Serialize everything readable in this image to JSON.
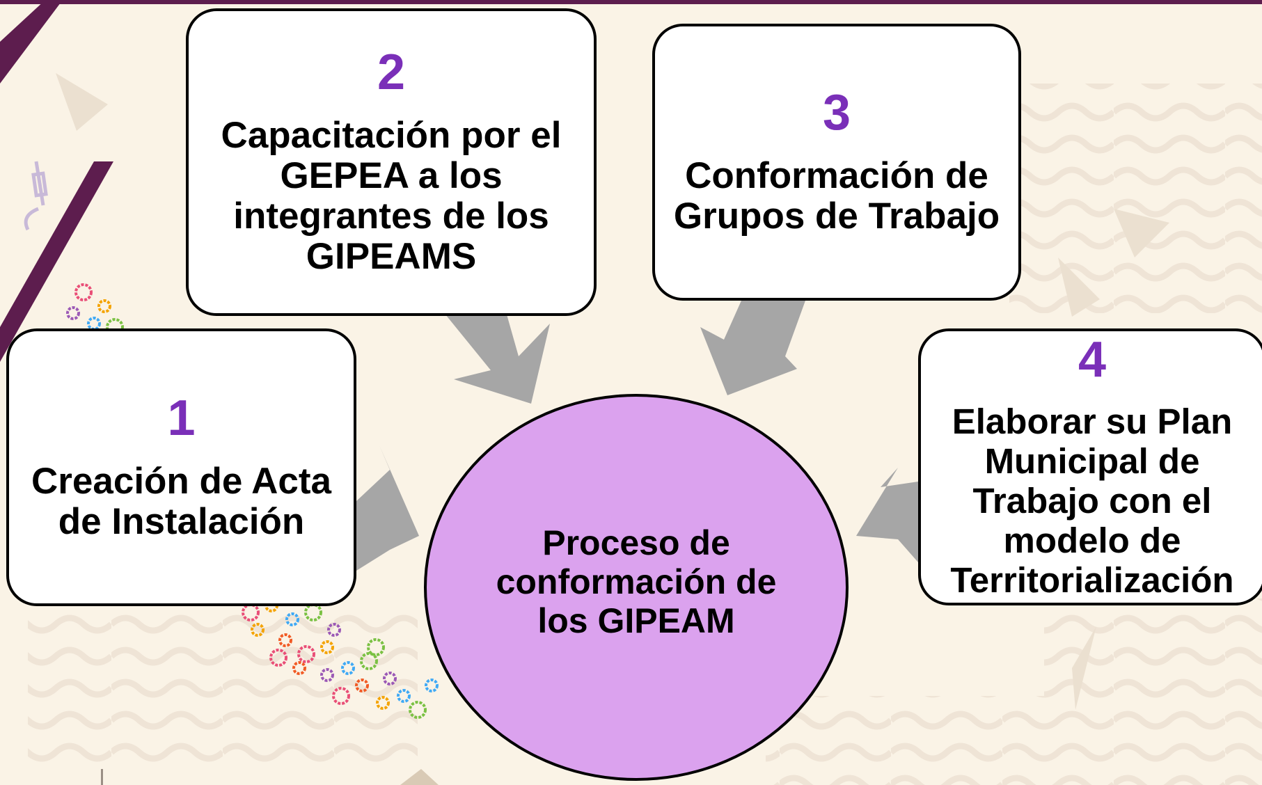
{
  "colors": {
    "background": "#faf3e6",
    "accent_purple": "#7a2fb8",
    "circle_fill": "#dba2ee",
    "arrow_gray": "#a6a6a6",
    "dark_stripe": "#5d1d4e"
  },
  "steps": [
    {
      "number": "1",
      "label": "Creación de Acta de Instalación"
    },
    {
      "number": "2",
      "label": "Capacitación por el GEPEA a los integrantes de los GIPEAMS"
    },
    {
      "number": "3",
      "label": "Conformación de Grupos de Trabajo"
    },
    {
      "number": "4",
      "label": "Elaborar su Plan Municipal de Trabajo con el modelo de Territorialización"
    }
  ],
  "center": {
    "label": "Proceso de conformación de los GIPEAM"
  },
  "decorations": [
    "wave-pattern",
    "gear-cluster",
    "triangle-shapes",
    "syringe-icon"
  ]
}
